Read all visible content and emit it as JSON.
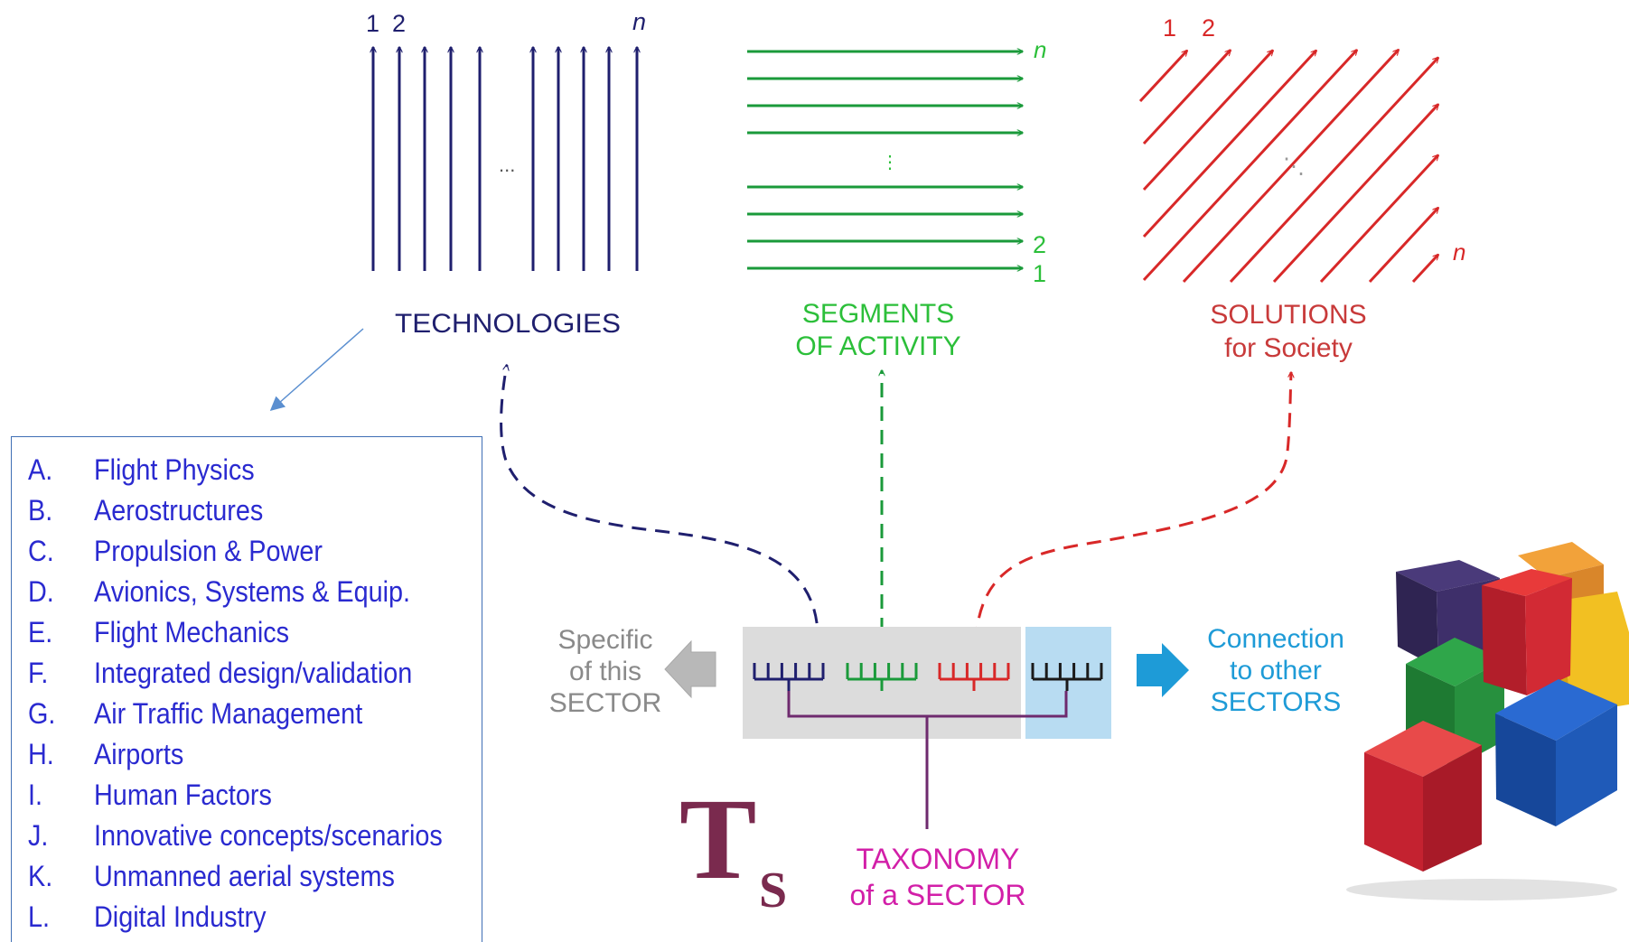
{
  "technologies": {
    "title": "TECHNOLOGIES",
    "label_1": "1",
    "label_2": "2",
    "label_n": "n",
    "ellipsis": "..."
  },
  "segments": {
    "title_line1": "SEGMENTS",
    "title_line2": "OF ACTIVITY",
    "label_1": "1",
    "label_2": "2",
    "label_n": "n",
    "ellipsis": "⋮"
  },
  "solutions": {
    "title_line1": "SOLUTIONS",
    "title_line2": "for Society",
    "label_1": "1",
    "label_2": "2",
    "label_n": "n",
    "ellipsis": "⋱"
  },
  "specific": {
    "line1": "Specific",
    "line2": "of this",
    "line3": "SECTOR"
  },
  "connection": {
    "line1": "Connection",
    "line2": "to other",
    "line3": "SECTORS"
  },
  "taxonomy": {
    "line1": "TAXONOMY",
    "line2": "of a SECTOR",
    "logo_big": "T",
    "logo_small": "S"
  },
  "technology_list": [
    {
      "letter": "A.",
      "label": "Flight Physics"
    },
    {
      "letter": "B.",
      "label": "Aerostructures"
    },
    {
      "letter": "C.",
      "label": "Propulsion & Power"
    },
    {
      "letter": "D.",
      "label": "Avionics, Systems & Equip."
    },
    {
      "letter": "E.",
      "label": "Flight Mechanics"
    },
    {
      "letter": "F.",
      "label": "Integrated design/validation"
    },
    {
      "letter": "G.",
      "label": "Air Traffic Management"
    },
    {
      "letter": "H.",
      "label": "Airports"
    },
    {
      "letter": "I.",
      "label": "Human Factors"
    },
    {
      "letter": "J.",
      "label": "Innovative concepts/scenarios"
    },
    {
      "letter": "K.",
      "label": "Unmanned aerial systems"
    },
    {
      "letter": "L.",
      "label": "Digital Industry"
    }
  ],
  "colors": {
    "technologies": "#1f1f6e",
    "segments": "#1a9a3a",
    "segments_text": "#2cbf3a",
    "solutions": "#d82828",
    "solutions_text": "#c83a3a",
    "grey_arrow": "#b8b8b8",
    "grey_text": "#8a8a8a",
    "connection": "#1e9bd7",
    "taxonomy_text": "#d21fa8",
    "trunk": "#6e2a6e",
    "logo": "#7a2a4e",
    "list_text": "#2a2ad0",
    "list_border": "#3f6fb5",
    "pointer_line": "#5b8fd0"
  }
}
